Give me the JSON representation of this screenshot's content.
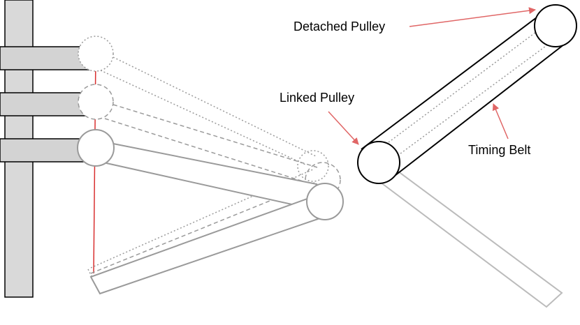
{
  "labels": {
    "detached_pulley": "Detached Pulley",
    "linked_pulley": "Linked Pulley",
    "timing_belt": "Timing Belt"
  },
  "colors": {
    "post_fill": "#d9d9d9",
    "arm_fill": "#d3d3d3",
    "outline": "#000000",
    "ghost_gray": "#9a9a9a",
    "light_gray": "#bbbbbb",
    "red_line": "#d93030",
    "annotation_arrow": "#e06666"
  }
}
